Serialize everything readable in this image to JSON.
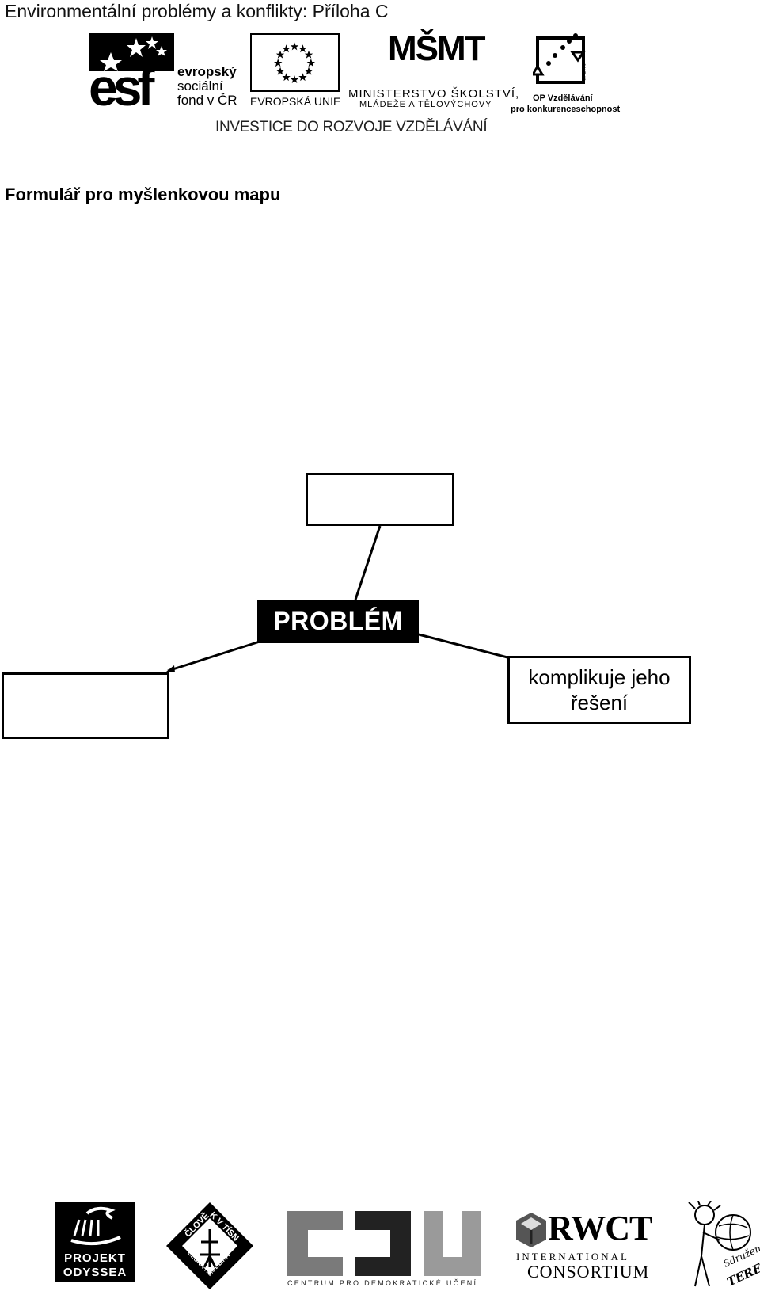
{
  "header": {
    "title": "Environmentální problémy a konflikty: Příloha C"
  },
  "logos": {
    "esf": {
      "mark": "esf",
      "line1": "evropský",
      "line2": "sociální",
      "line3": "fond v ČR"
    },
    "eu": {
      "caption": "EVROPSKÁ UNIE"
    },
    "msmt": {
      "mark": "MŠMT",
      "line1": "MINISTERSTVO ŠKOLSTVÍ,",
      "line2": "MLÁDEŽE A TĚLOVÝCHOVY"
    },
    "op": {
      "line1": "OP Vzdělávání",
      "line2": "pro konkurenceschopnost",
      "years": "2007-13"
    },
    "investice": "INVESTICE DO ROZVOJE VZDĚLÁVÁNÍ"
  },
  "form": {
    "title": "Formulář pro myšlenkovou mapu"
  },
  "mindmap": {
    "center_label": "PROBLÉM",
    "top_box_text": "",
    "left_box_text": "",
    "right_box_text": "komplikuje jeho řešení"
  },
  "footer_logos": {
    "odyssea": {
      "line1": "PROJEKT",
      "line2": "ODYSSEA"
    },
    "clovek": {
      "top": "ČLOVĚK V TÍSNI",
      "bottom": "ČESKÁ REPUBLIKA"
    },
    "cdu": {
      "caption": "CENTRUM PRO DEMOKRATICKÉ UČENÍ"
    },
    "rwct": {
      "big": "RWCT",
      "line1": "INTERNATIONAL",
      "line2": "CONSORTIUM"
    },
    "tereza": {
      "line1": "Sdružení",
      "line2": "TEREZA"
    }
  }
}
